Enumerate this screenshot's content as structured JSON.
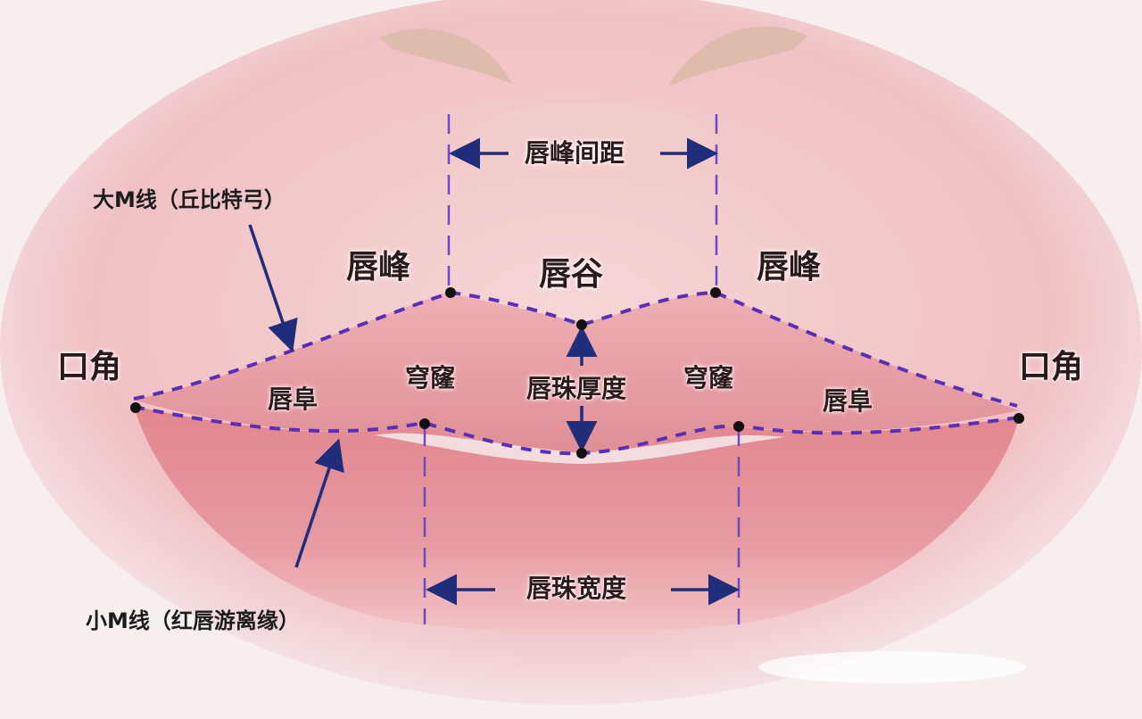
{
  "labels": {
    "big_m_line": "大M线（丘比特弓）",
    "small_m_line": "小M线（红唇游离缘）",
    "lip_peak_left": "唇峰",
    "lip_peak_right": "唇峰",
    "lip_valley": "唇谷",
    "lip_peak_distance": "唇峰间距",
    "mouth_corner_left": "口角",
    "mouth_corner_right": "口角",
    "lip_shelf_left": "唇阜",
    "lip_shelf_right": "唇阜",
    "dome_left": "穹窿",
    "dome_right": "穹窿",
    "tubercle_thickness": "唇珠厚度",
    "tubercle_width": "唇珠宽度"
  },
  "colors": {
    "background": "#f7eeee",
    "skin": "#f3c9cb",
    "lip_upper": "#e59aa0",
    "lip_lower": "#e07f8a",
    "dashed_line": "#5b2fb5",
    "arrow": "#1f2d7a",
    "dot": "#111111"
  }
}
